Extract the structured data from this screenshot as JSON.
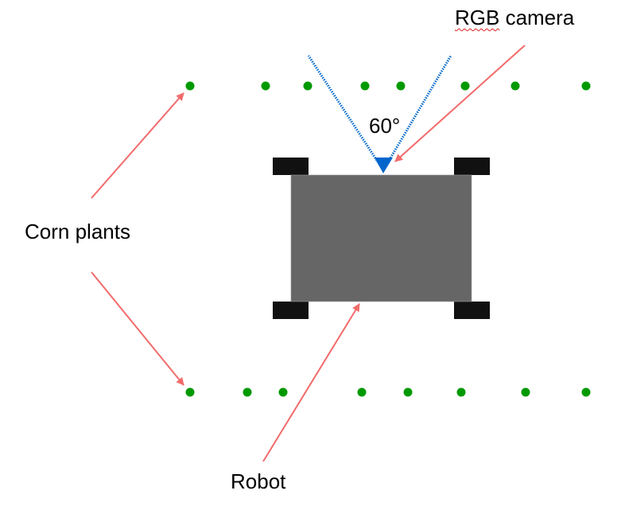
{
  "diagram": {
    "title": "Robot with RGB camera between corn rows",
    "labels": {
      "camera": {
        "prefix": "RGB",
        "rest": " camera"
      },
      "fov_angle": "60°",
      "corn_plants": "Corn plants",
      "robot": "Robot"
    },
    "camera_fov_degrees": 60,
    "colors": {
      "background": "#ffffff",
      "corn_plant": "#009900",
      "robot_body": "#666666",
      "wheel": "#111111",
      "camera": "#0066cc",
      "fov_line": "#0066cc",
      "annotation_arrow": "#f26b6b",
      "text": "#000000"
    },
    "corn_rows": [
      {
        "name": "top-row",
        "plant_count": 8
      },
      {
        "name": "bottom-row",
        "plant_count": 8
      }
    ],
    "robot": {
      "wheel_count": 4
    }
  }
}
